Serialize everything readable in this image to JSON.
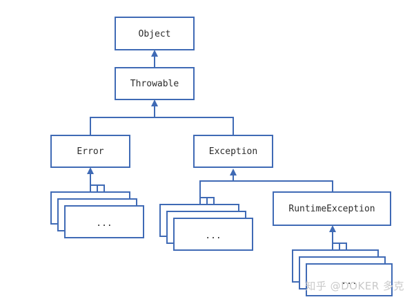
{
  "nodes": {
    "object": "Object",
    "throwable": "Throwable",
    "error": "Error",
    "exception": "Exception",
    "runtime_exception": "RuntimeException"
  },
  "stacks": {
    "error_children": "...",
    "exception_children": "...",
    "runtime_children": "..."
  },
  "colors": {
    "line": "#3f6ab5",
    "box_fill": "#ffffff",
    "text": "#2b2b2b"
  },
  "watermark": "知乎 @DOKER 多克"
}
